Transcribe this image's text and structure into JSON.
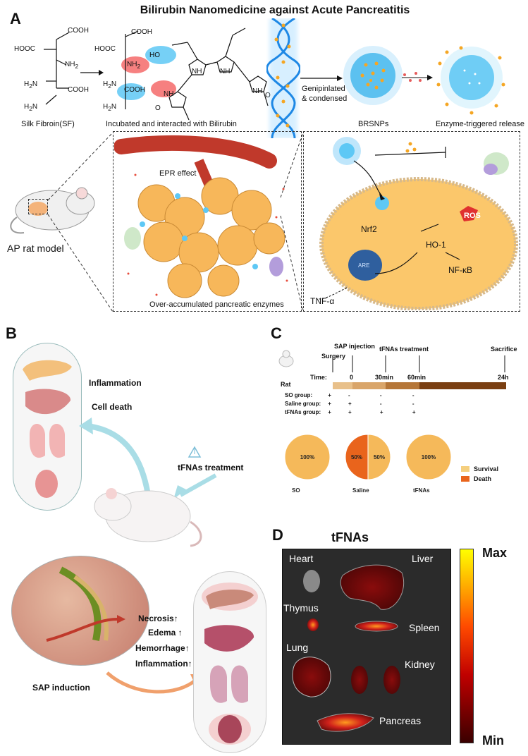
{
  "panelA": {
    "letter": "A",
    "title": "Bilirubin Nanomedicine against Acute Pancreatitis",
    "chem": {
      "cooh": "COOH",
      "hooc": "HOOC",
      "nh2": "NH",
      "h2n": "H",
      "nh": "NH",
      "ho": "HO",
      "o": "O"
    },
    "labels": {
      "silk": "Silk Fibroin(SF)",
      "incubated": "Incubated and interacted with Bilirubin",
      "genipin1": "Genipinlated",
      "genipin2": "& condensed",
      "brsnps": "BRSNPs",
      "release": "Enzyme-triggered release",
      "epr": "EPR effect",
      "over": "Over-accumulated pancreatic enzymes",
      "model": "AP rat model",
      "ros": "ROS",
      "nrf2": "Nrf2",
      "ho1": "HO-1",
      "nfkb": "NF-κB",
      "tnf": "TNF-α",
      "are": "ARE"
    }
  },
  "panelB": {
    "letter": "B",
    "inflammation": "Inflammation",
    "celldeath": "Cell death",
    "treatment": "tFNAs treatment",
    "necrosis": "Necrosis↑",
    "edema": "Edema  ↑",
    "hemorrhage": "Hemorrhage↑",
    "inflammation2": "Inflammation↑",
    "sap": "SAP induction"
  },
  "panelC": {
    "letter": "C",
    "rat": "Rat",
    "surgery": "Surgery",
    "sap_injection": "SAP injection",
    "tfnas_treatment": "tFNAs treatment",
    "sacrifice": "Sacrifice",
    "time": "Time:",
    "t0": "0",
    "t30": "30min",
    "t60": "60min",
    "t24": "24h",
    "groups": [
      {
        "name": "SO group:",
        "marks": [
          "+",
          "-",
          "-",
          "-"
        ]
      },
      {
        "name": "Saline group:",
        "marks": [
          "+",
          "+",
          "-",
          "-"
        ]
      },
      {
        "name": "tFNAs group:",
        "marks": [
          "+",
          "+",
          "+",
          "+"
        ]
      }
    ],
    "legend": {
      "survival": "Survival",
      "death": "Death"
    },
    "colors": {
      "survival": "#F5B95A",
      "death": "#E9641C",
      "bar_light": "#E8C08A",
      "bar_mid": "#C48A4A",
      "bar_dark": "#7A3F12"
    }
  },
  "chart_data": {
    "type": "pie",
    "charts": [
      {
        "category": "SO",
        "slices": [
          {
            "label": "Survival",
            "value": 100,
            "text": "100%"
          }
        ]
      },
      {
        "category": "Saline",
        "slices": [
          {
            "label": "Survival",
            "value": 50,
            "text": "50%"
          },
          {
            "label": "Death",
            "value": 50,
            "text": "50%"
          }
        ]
      },
      {
        "category": "tFNAs",
        "slices": [
          {
            "label": "Survival",
            "value": 100,
            "text": "100%"
          }
        ]
      }
    ],
    "legend": [
      "Survival",
      "Death"
    ],
    "legend_position": "right"
  },
  "panelD": {
    "letter": "D",
    "title": "tFNAs",
    "heart": "Heart",
    "liver": "Liver",
    "thymus": "Thymus",
    "spleen": "Spleen",
    "lung": "Lung",
    "kidney": "Kidney",
    "pancreas": "Pancreas",
    "max": "Max",
    "min": "Min"
  }
}
